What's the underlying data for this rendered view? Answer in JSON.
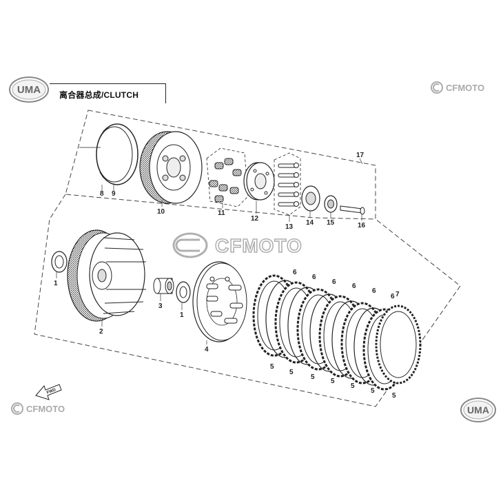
{
  "header": {
    "title": "离合器总成/CLUTCH",
    "logo_left_text": "UMA",
    "logo_right_text": "UMA",
    "brand_top": "CFMOTO",
    "brand_center": "CFMOTO",
    "brand_bottom": "CFMOTO"
  },
  "direction_arrow": {
    "label": "FWD"
  },
  "callouts": {
    "c1a": "1",
    "c1b": "1",
    "c2": "2",
    "c3": "3",
    "c4": "4",
    "c5a": "5",
    "c5b": "5",
    "c5c": "5",
    "c5d": "5",
    "c5e": "5",
    "c5f": "5",
    "c5g": "5",
    "c6a": "6",
    "c6b": "6",
    "c6c": "6",
    "c6d": "6",
    "c6e": "6",
    "c6f": "6",
    "c7": "7",
    "c8": "8",
    "c9": "9",
    "c10": "10",
    "c11": "11",
    "c12": "12",
    "c13": "13",
    "c14": "14",
    "c15": "15",
    "c16": "16",
    "c17": "17"
  },
  "colors": {
    "line": "#222222",
    "watermark": "#9a9a9a",
    "friction": "#333333"
  }
}
